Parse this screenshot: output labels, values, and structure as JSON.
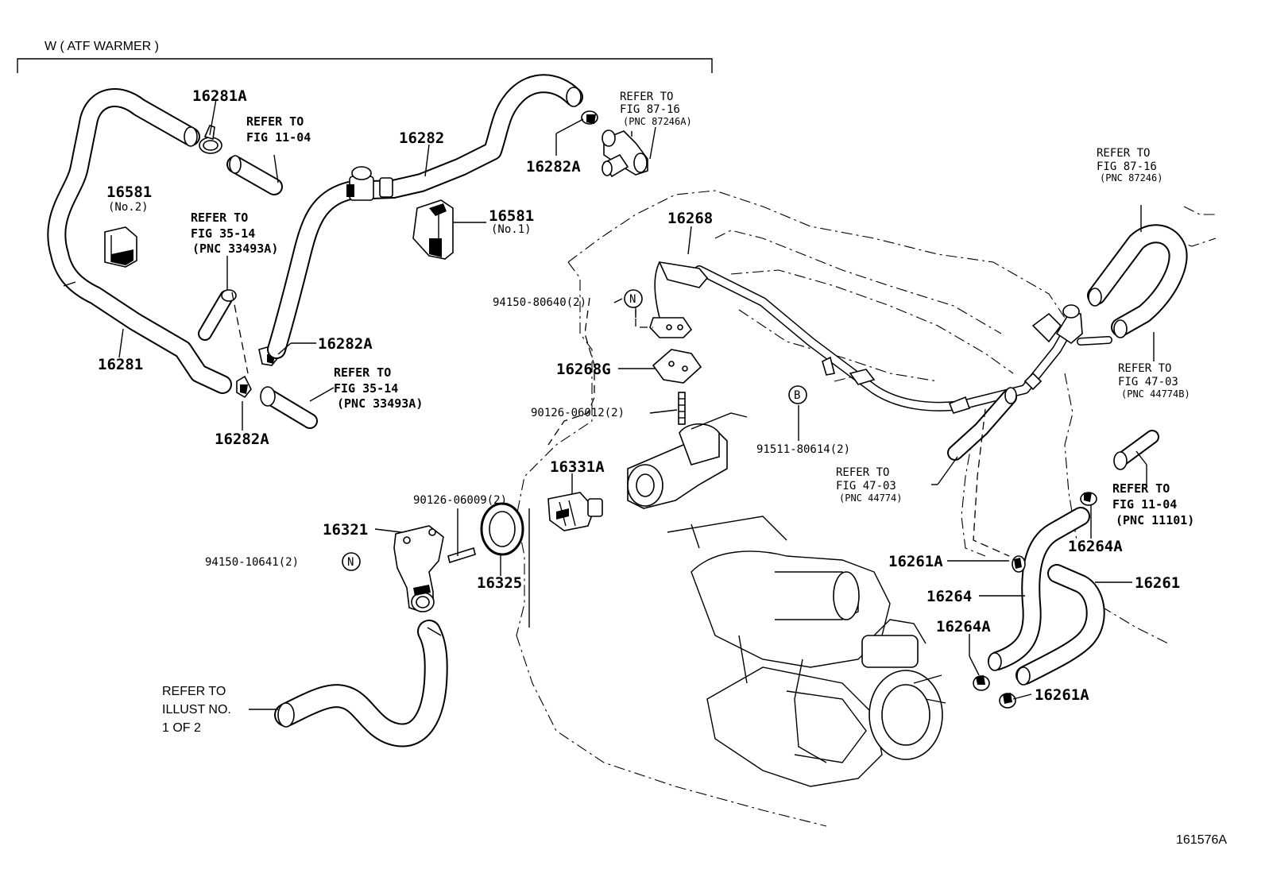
{
  "section_header": "W ( ATF WARMER )",
  "figure_id": "161576A",
  "refs": {
    "ref_87_16_a": {
      "line1": "REFER TO",
      "line2": "FIG 87-16",
      "line3": "(PNC 87246A)"
    },
    "ref_11_04_a": {
      "line1": "REFER TO",
      "line2": "FIG 11-04"
    },
    "ref_35_14_a": {
      "line1": "REFER TO",
      "line2": "FIG 35-14",
      "line3": "(PNC 33493A)"
    },
    "ref_35_14_b": {
      "line1": "REFER TO",
      "line2": "FIG 35-14",
      "line3": "(PNC 33493A)"
    },
    "ref_87_16_b": {
      "line1": "REFER TO",
      "line2": "FIG 87-16",
      "line3": "(PNC 87246)"
    },
    "ref_47_03_b": {
      "line1": "REFER TO",
      "line2": "FIG 47-03",
      "line3": "(PNC 44774B)"
    },
    "ref_47_03": {
      "line1": "REFER TO",
      "line2": "FIG 47-03",
      "line3": "(PNC 44774)"
    },
    "ref_11_04_b": {
      "line1": "REFER TO",
      "line2": "FIG 11-04",
      "line3": "(PNC 11101)"
    },
    "ref_illust": {
      "line1": "REFER TO",
      "line2": "ILLUST NO.",
      "line3": "1 OF 2"
    }
  },
  "parts": {
    "p16281A": "16281A",
    "p16281": "16281",
    "p16581_no2": "16581",
    "p16581_no2_sub": "(No.2)",
    "p16282": "16282",
    "p16282A_top": "16282A",
    "p16282A_mid": "16282A",
    "p16282A_low": "16282A",
    "p16581_no1": "16581",
    "p16581_no1_sub": "(No.1)",
    "p16268": "16268",
    "p94150_80640": "94150-80640(2)",
    "p16268G": "16268G",
    "p90126_06012": "90126-06012(2)",
    "p91511_80614": "91511-80614(2)",
    "p16331A": "16331A",
    "p90126_06009": "90126-06009(2)",
    "p16321": "16321",
    "p94150_10641": "94150-10641(2)",
    "p16325": "16325",
    "p16264A_top": "16264A",
    "p16261A_top": "16261A",
    "p16264": "16264",
    "p16261": "16261",
    "p16264A_low": "16264A",
    "p16261A_low": "16261A"
  },
  "markers": {
    "n1": "N",
    "n2": "N",
    "b": "B"
  }
}
